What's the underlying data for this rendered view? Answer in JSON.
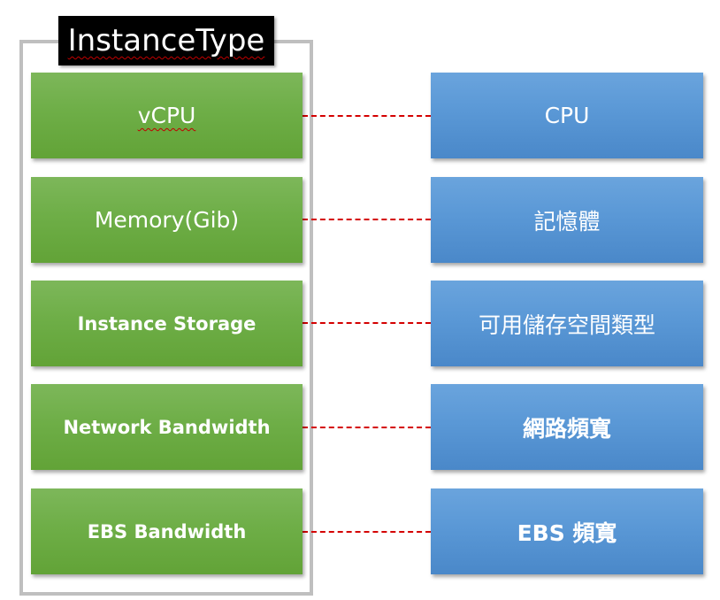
{
  "diagram": {
    "title": "InstanceType",
    "colors": {
      "left_box": "#6eae47",
      "right_box": "#5a98d6",
      "title_bg": "#000000",
      "frame": "#bfbfbf",
      "connector": "#d40000"
    },
    "rows": [
      {
        "left": "vCPU",
        "right": "CPU"
      },
      {
        "left": "Memory(Gib)",
        "right": "記憶體"
      },
      {
        "left": "Instance Storage",
        "right": "可用儲存空間類型"
      },
      {
        "left": "Network Bandwidth",
        "right": "網路頻寬"
      },
      {
        "left": "EBS Bandwidth",
        "right": "EBS 頻寬"
      }
    ]
  }
}
